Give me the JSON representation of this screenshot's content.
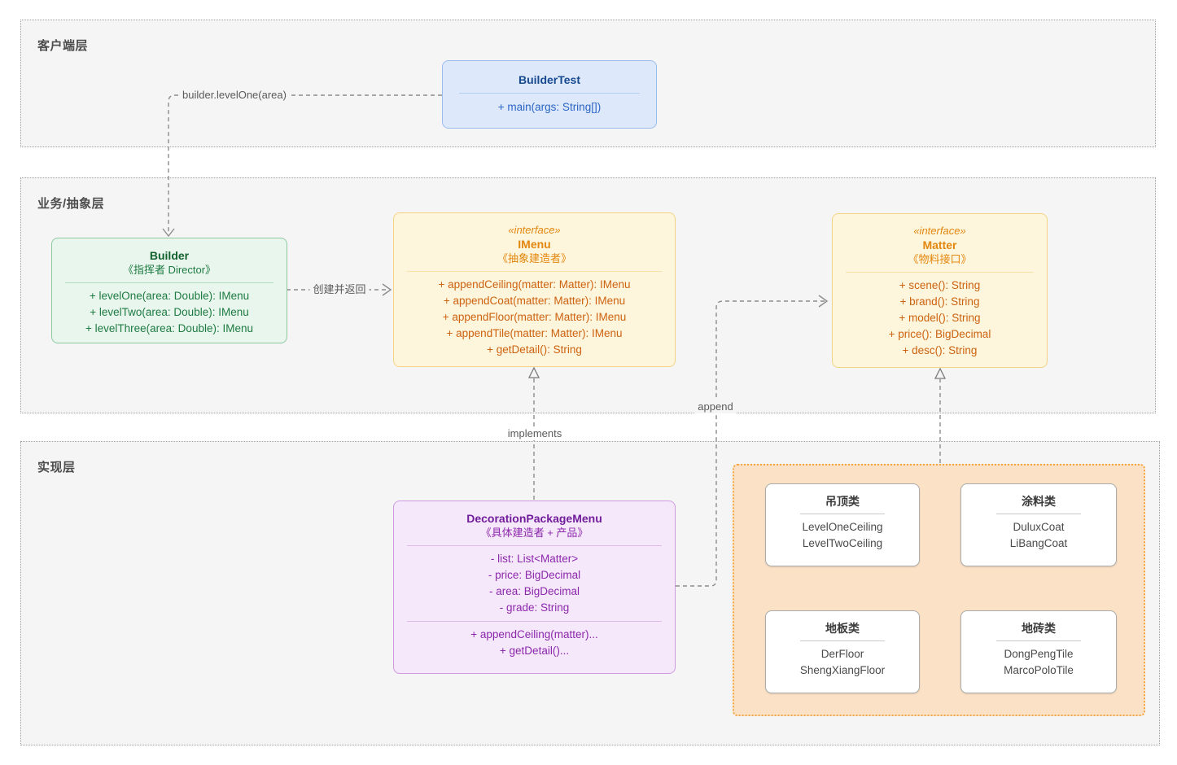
{
  "layers": {
    "client": {
      "label": "客户端层"
    },
    "business": {
      "label": "业务/抽象层"
    },
    "impl": {
      "label": "实现层"
    }
  },
  "connectors": {
    "call": "builder.levelOne(area)",
    "create_return": "创建并返回",
    "implements": "implements",
    "append": "append"
  },
  "classes": {
    "builder_test": {
      "title": "BuilderTest",
      "methods": [
        "+ main(args: String[])"
      ]
    },
    "builder": {
      "title": "Builder",
      "subtitle": "《指挥者 Director》",
      "methods": [
        "+ levelOne(area: Double): IMenu",
        "+ levelTwo(area: Double): IMenu",
        "+ levelThree(area: Double): IMenu"
      ]
    },
    "imenu": {
      "stereotype": "«interface»",
      "title": "IMenu",
      "subtitle": "《抽象建造者》",
      "methods": [
        "+ appendCeiling(matter: Matter): IMenu",
        "+ appendCoat(matter: Matter): IMenu",
        "+ appendFloor(matter: Matter): IMenu",
        "+ appendTile(matter: Matter): IMenu",
        "+ getDetail(): String"
      ]
    },
    "matter": {
      "stereotype": "«interface»",
      "title": "Matter",
      "subtitle": "《物料接口》",
      "methods": [
        "+ scene(): String",
        "+ brand(): String",
        "+ model(): String",
        "+ price(): BigDecimal",
        "+ desc(): String"
      ]
    },
    "decoration_package_menu": {
      "title": "DecorationPackageMenu",
      "subtitle": "《具体建造者 + 产品》",
      "fields": [
        "- list: List<Matter>",
        "- price: BigDecimal",
        "- area: BigDecimal",
        "- grade: String"
      ],
      "methods": [
        "+ appendCeiling(matter)...",
        "+ getDetail()..."
      ]
    }
  },
  "matter_groups": [
    {
      "title": "吊顶类",
      "items": [
        "LevelOneCeiling",
        "LevelTwoCeiling"
      ]
    },
    {
      "title": "涂料类",
      "items": [
        "DuluxCoat",
        "LiBangCoat"
      ]
    },
    {
      "title": "地板类",
      "items": [
        "DerFloor",
        "ShengXiangFloor"
      ]
    },
    {
      "title": "地砖类",
      "items": [
        "DongPengTile",
        "MarcoPoloTile"
      ]
    }
  ],
  "colors": {
    "layer_bg": "#f5f5f5",
    "layer_border": "#9e9e9e",
    "layer_title": "#4d4d4d",
    "client_bg": "#dde9fa",
    "client_border": "#9abced",
    "client_title": "#17498f",
    "client_text": "#2b65c5",
    "director_bg": "#e9f6ee",
    "director_border": "#8fc9a0",
    "director_title": "#11602e",
    "director_text": "#1d7b41",
    "interface_bg": "#fdf5dc",
    "interface_border": "#f2d484",
    "interface_title": "#e3870e",
    "interface_text": "#cd620f",
    "concrete_bg": "#f6e8fb",
    "concrete_border": "#cd9bdd",
    "concrete_title": "#711d9b",
    "concrete_text": "#8c27ac",
    "impl_panel_bg": "#fbe2c7",
    "impl_panel_border": "#f2a744",
    "item_border": "#ababab",
    "item_title": "#3c3c3c",
    "item_text": "#4a4a4a",
    "connector": "#8c8c8c",
    "connector_label": "#5a5a5a"
  }
}
